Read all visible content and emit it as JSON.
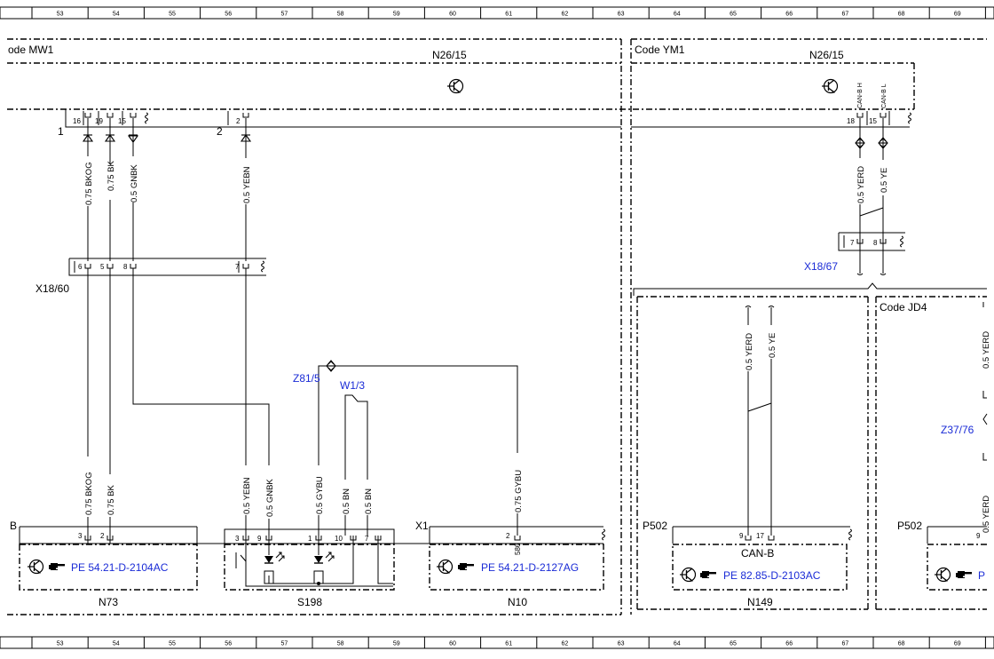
{
  "grid_numbers": [
    "53",
    "54",
    "55",
    "56",
    "57",
    "58",
    "59",
    "60",
    "61",
    "62",
    "63",
    "64",
    "65",
    "66",
    "67",
    "68",
    "69"
  ],
  "code_mw1": "ode MW1",
  "code_ym1": "Code YM1",
  "code_jd4": "Code JD4",
  "n26_left": "N26/15",
  "n26_right": "N26/15",
  "pins_n26": {
    "p16": "16",
    "p19": "19",
    "p15": "15",
    "p2": "2",
    "p18": "18",
    "p15r": "15"
  },
  "can_b_h": "CAN-B H",
  "can_b_l": "CAN-B L",
  "marker_1": "1",
  "marker_2": "2",
  "wires": {
    "bkog_top": "0.75 BKOG",
    "bk_top": "0.75 BK",
    "gnbk_top": "0.5 GNBK",
    "yebn_top": "0.5 YEBN",
    "yerd_top": "0.5 YERD",
    "ye_top": "0.5 YE",
    "bkog_bot": "0.75 BKOG",
    "bk_bot": "0.75 BK",
    "yebn_bot": "0.5 YEBN",
    "gnbk_bot": "0.5 GNBK",
    "gybu_bot": "0.5 GYBU",
    "bn1": "0.5 BN",
    "bn2": "0.5 BN",
    "gybu_075": "0.75 GYBU",
    "yerd_mid": "0.5 YERD",
    "ye_mid": "0.5 YE",
    "yerd_far": "0.5 YERD",
    "yerd_far2": "0.5 YERD"
  },
  "x18_60": "X18/60",
  "x18_60_pins": {
    "p6": "6",
    "p5": "5",
    "p8": "8",
    "p7": "7"
  },
  "x18_67": "X18/67",
  "x18_67_pins": {
    "p7": "7",
    "p8": "8"
  },
  "z81_5": "Z81/5",
  "w1_3": "W1/3",
  "z37_76": "Z37/76",
  "connector_b": "B",
  "connector_x1": "X1",
  "connector_p502": "P502",
  "connector_p502_2": "P502",
  "n73_pins": {
    "p3": "3",
    "p2": "2"
  },
  "s198_pins": {
    "p3": "3",
    "p9": "9",
    "p1": "1",
    "p10": "10",
    "p7": "7"
  },
  "n10_pins": {
    "p2": "2",
    "p586": "586"
  },
  "n149_pins": {
    "p9": "9",
    "p17": "17"
  },
  "p502_2_pin": "9",
  "can_b": "CAN-B",
  "pe_n73": "PE 54.21-D-2104AC",
  "pe_n10": "PE 54.21-D-2127AG",
  "pe_n149": "PE 82.85-D-2103AC",
  "pe_partial": "P",
  "comp_n73": "N73",
  "comp_s198": "S198",
  "comp_n10": "N10",
  "comp_n149": "N149",
  "colors": {
    "reference": "#1a2bd6",
    "line": "#000000"
  },
  "icons": [
    "transistor-icon",
    "pointing-hand-icon",
    "led-icon",
    "switch-icon",
    "resistor-icon"
  ]
}
